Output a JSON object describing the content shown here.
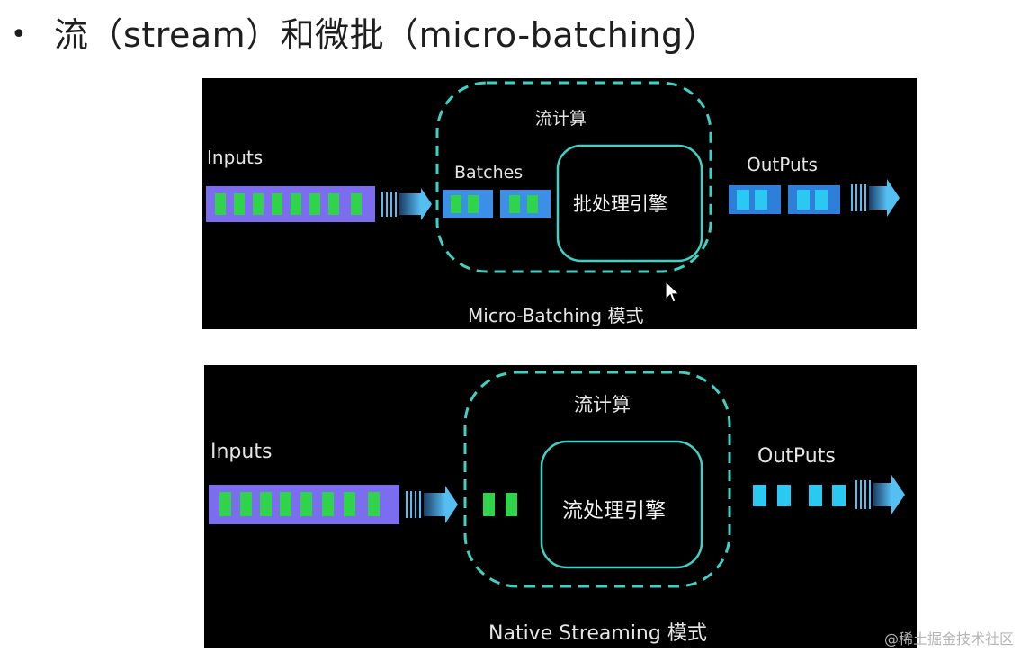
{
  "slide": {
    "bullet": "•",
    "title": "流（stream）和微批（micro-batching）"
  },
  "micro_batching": {
    "compute_label": "流计算",
    "inputs_label": "Inputs",
    "batches_label": "Batches",
    "engine_label": "批处理引擎",
    "outputs_label": "OutPuts",
    "mode_label": "Micro-Batching 模式"
  },
  "native_streaming": {
    "compute_label": "流计算",
    "inputs_label": "Inputs",
    "engine_label": "流处理引擎",
    "outputs_label": "OutPuts",
    "mode_label": "Native Streaming 模式"
  },
  "watermark": "@稀土掘金技术社区",
  "colors": {
    "input_bar": "#7b6cf0",
    "input_cell": "#2fd44a",
    "batch_box": "#3b8fe6",
    "output_cell": "#29c9f2",
    "dashed_border": "#3fd2c4",
    "engine_border": "#3fd2c4",
    "arrow": "#4ab3ee"
  },
  "icons": [
    "arrow-right-icon",
    "mouse-cursor-icon"
  ]
}
